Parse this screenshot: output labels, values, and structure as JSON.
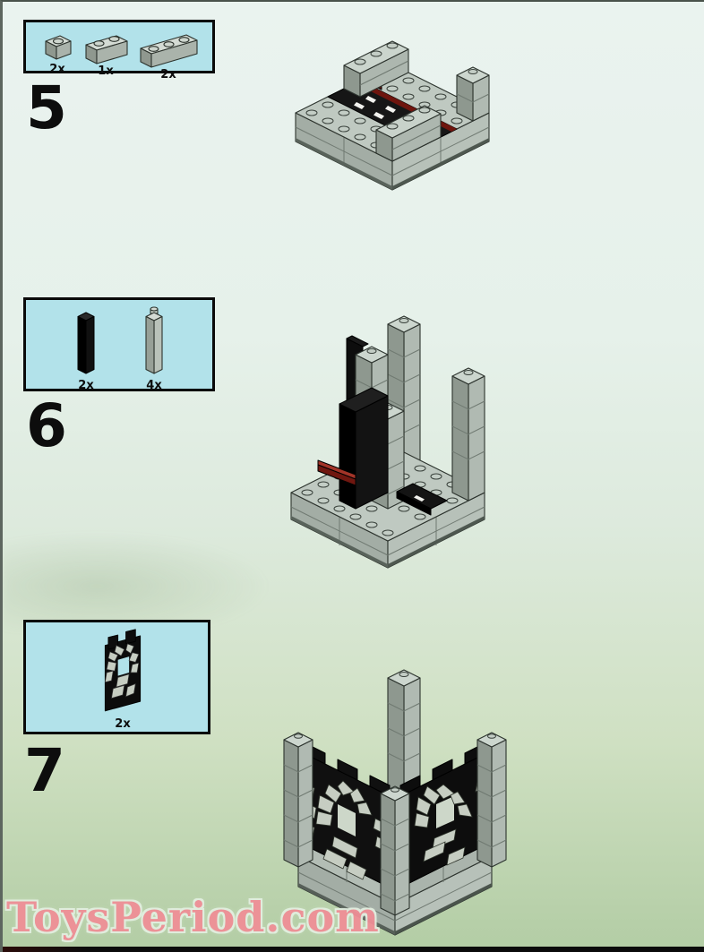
{
  "page": {
    "watermark_text": "ToysPeriod.com",
    "colors": {
      "background_top": "#eaf3ef",
      "background_bottom": "#b3cda5",
      "parts_box_bg": "#b2e2ea",
      "parts_box_border": "#0a0a0a",
      "lego_gray_top": "#ccd6ce",
      "lego_gray_side_light": "#b0bab2",
      "lego_gray_side_dark": "#8e988f",
      "lego_black": "#111111",
      "lego_dark_red": "#701710",
      "lego_bright_red": "#a83226",
      "watermark_pink": "#ef8f97",
      "watermark_outline": "#e3efe0"
    }
  },
  "steps": [
    {
      "number": "5",
      "parts": [
        {
          "qty": "2x",
          "part": "brick-1x1-light-gray"
        },
        {
          "qty": "1x",
          "part": "brick-1x2-light-gray"
        },
        {
          "qty": "2x",
          "part": "brick-1x3-light-gray"
        }
      ]
    },
    {
      "number": "6",
      "parts": [
        {
          "qty": "2x",
          "part": "column-1x1-tall-black"
        },
        {
          "qty": "4x",
          "part": "column-1x1-tall-light-gray"
        }
      ]
    },
    {
      "number": "7",
      "parts": [
        {
          "qty": "2x",
          "part": "castle-wall-panel-black-stone-arch"
        }
      ]
    }
  ]
}
